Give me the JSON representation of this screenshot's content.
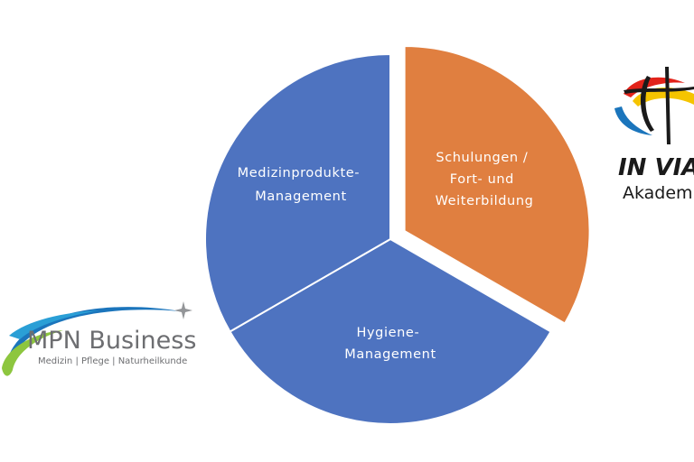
{
  "diagram": {
    "slices": [
      {
        "id": "schulungen",
        "label_lines": [
          "Schulungen /",
          "Fort- und",
          "Weiterbildung"
        ],
        "color": "#e07f40",
        "exploded": true
      },
      {
        "id": "hygiene",
        "label_lines": [
          "Hygiene-",
          "Management"
        ],
        "color": "#4e73c0",
        "exploded": false
      },
      {
        "id": "medizinprodukte",
        "label_lines": [
          "Medizinprodukte-",
          "Management"
        ],
        "color": "#4e73c0",
        "exploded": false
      }
    ],
    "label_color": "#ffffff"
  },
  "logos": {
    "mpn": {
      "name": "MPN Business",
      "tagline": "Medizin | Pflege | Naturheilkunde",
      "colors": {
        "text": "#6d6e71",
        "swoosh_blue": "#1b75bc",
        "swoosh_green": "#8dc63f"
      }
    },
    "invia": {
      "name": "IN VIA",
      "subtitle": "Akadem",
      "colors": {
        "red": "#e2231a",
        "yellow": "#f5c400",
        "blue": "#1b75bc",
        "black": "#1a1a1a"
      }
    }
  }
}
